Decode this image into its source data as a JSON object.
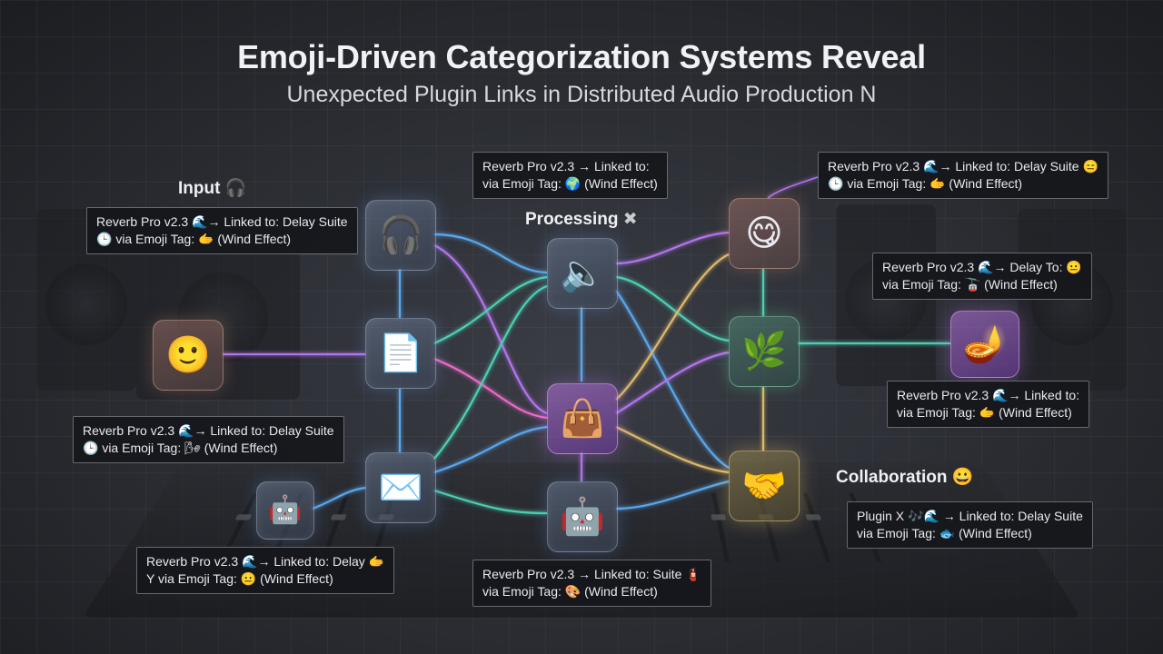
{
  "title": "Emoji-Driven Categorization Systems Reveal",
  "subtitle": "Unexpected Plugin Links in Distributed Audio Production N",
  "sections": {
    "input": {
      "label": "Input",
      "emoji": "🎧"
    },
    "processing": {
      "label": "Processing",
      "emoji": "✖"
    },
    "collaboration": {
      "label": "Collaboration",
      "emoji": "😀"
    }
  },
  "nodes": {
    "smiley": "🙂",
    "headphones": "🎧",
    "document": "📄",
    "envelope": "✉️",
    "robot_left": "🤖",
    "speaker": "🔈",
    "bag": "👜",
    "robot_center": "🤖",
    "emoji_face": "😋",
    "leaf": "🌿",
    "lamp": "🪔",
    "handshake": "🤝"
  },
  "cards": [
    {
      "line1": "Reverb Pro v2.3 🌊→ Linked to: Delay Suite",
      "line2": "🕒 via Emoji Tag: 🫱 (Wind Effect)"
    },
    {
      "line1": "Reverb Pro v2.3 🌊→ Linked to: Delay Suite",
      "line2": "🕒 via Emoji Tag: 🌬 (Wind Effect)"
    },
    {
      "line1": "Reverb Pro v2.3 🌊→ Linked to: Delay 🫱",
      "line2": "Y via Emoji Tag: 😐 (Wind Effect)"
    },
    {
      "line1": "Reverb Pro v2.3 → Linked to:",
      "line2": "via Emoji Tag: 🌍 (Wind Effect)"
    },
    {
      "line1": "Reverb Pro v2.3 → Linked to: Suite 🧯",
      "line2": "via Emoji Tag: 🎨 (Wind Effect)"
    },
    {
      "line1": "Reverb Pro v2.3 🌊→ Linked to: Delay Suite 😑",
      "line2": "🕒 via Emoji Tag: 🫱 (Wind Effect)"
    },
    {
      "line1": "Reverb Pro v2.3 🌊→ Delay To: 😐",
      "line2": "via Emoji Tag: 🚡 (Wind Effect)"
    },
    {
      "line1": "Reverb Pro v2.3 🌊→ Linked to:",
      "line2": "via Emoji Tag: 🫱 (Wind Effect)"
    },
    {
      "line1": "Plugin X 🎶🌊 → Linked to: Delay Suite",
      "line2": "via Emoji Tag: 🐟 (Wind Effect)"
    }
  ],
  "colors": {
    "background": "#2a2c32",
    "link_blue": "#5fb4ff",
    "link_purple": "#c07cff",
    "link_teal": "#4fe0c0",
    "link_gold": "#f0c870",
    "link_pink": "#ff6fd8"
  }
}
